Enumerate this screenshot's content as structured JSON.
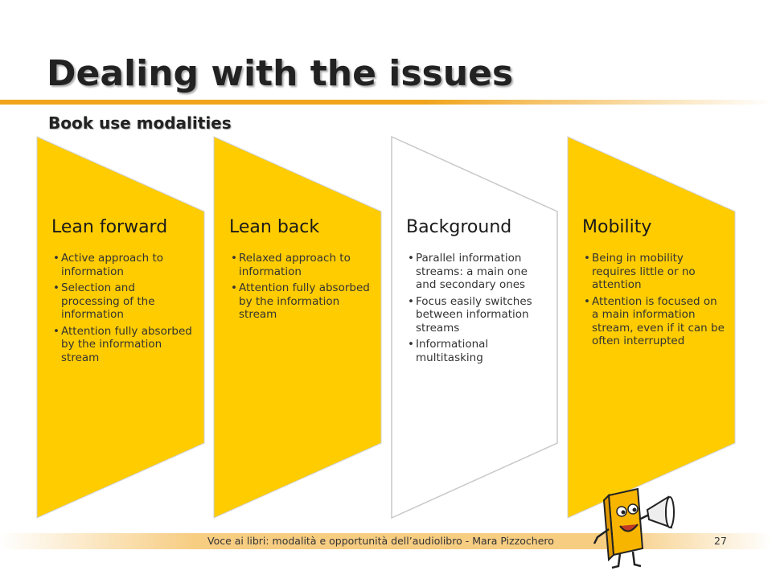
{
  "slide": {
    "title": "Dealing with the issues",
    "subtitle": "Book use modalities"
  },
  "panels": [
    {
      "heading": "Lean forward",
      "color": "#ffcc00",
      "bullets": [
        "Active approach to information",
        "Selection and processing of the information",
        "Attention fully absorbed by the information stream"
      ]
    },
    {
      "heading": "Lean back",
      "color": "#ffcc00",
      "bullets": [
        "Relaxed approach to information",
        "Attention fully absorbed by the information stream"
      ]
    },
    {
      "heading": "Background",
      "color": "#ffffff",
      "bullets": [
        "Parallel information streams: a main one and secondary ones",
        "Focus easily switches between information streams",
        "Informational multitasking"
      ]
    },
    {
      "heading": "Mobility",
      "color": "#ffcc00",
      "bullets": [
        "Being in mobility requires little or no attention",
        "Attention is focused on a main information stream, even if it can be often interrupted"
      ]
    }
  ],
  "footer": {
    "text": "Voce ai libri: modalità e opportunità dell’audiolibro - Mara Pizzochero",
    "page_number": "27"
  },
  "colors": {
    "accent": "#f0a41c",
    "panel_yellow": "#ffcc00"
  },
  "icons": {
    "mascot": "book-mascot-with-megaphone-icon"
  }
}
